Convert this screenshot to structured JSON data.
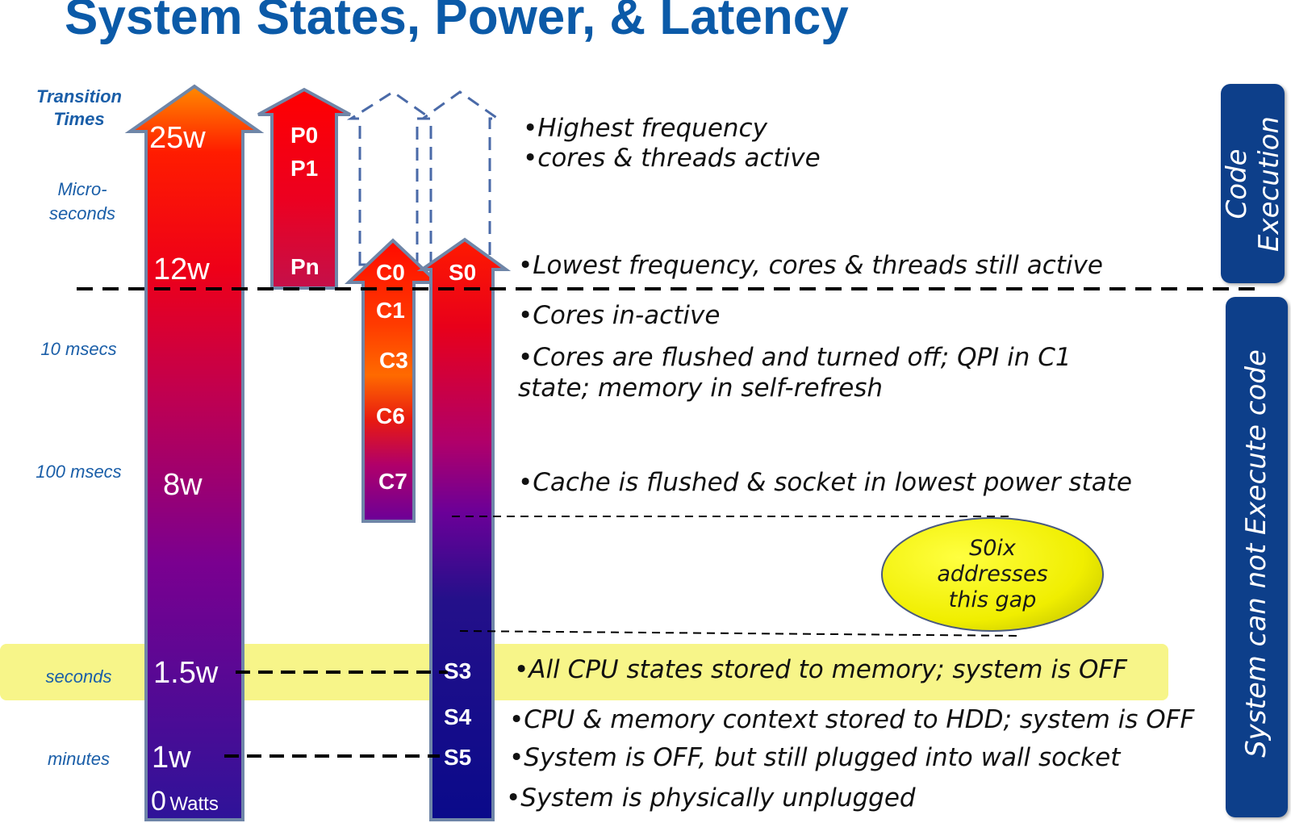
{
  "title": "System States, Power, & Latency",
  "transition_times": {
    "header": "Transition\nTimes",
    "microseconds": "Micro-\nseconds",
    "ten_msecs": "10 msecs",
    "hundred_msecs": "100 msecs",
    "seconds": "seconds",
    "minutes": "minutes"
  },
  "power_levels": {
    "w25": "25w",
    "w12": "12w",
    "w8": "8w",
    "w1_5": "1.5w",
    "w1": "1w",
    "w0_num": "0",
    "w0_unit": "Watts"
  },
  "p_states": [
    "P0",
    "P1",
    "Pn"
  ],
  "c_states": [
    "C0",
    "C1",
    "C3",
    "C6",
    "C7"
  ],
  "s_states": [
    "S0",
    "S3",
    "S4",
    "S5"
  ],
  "descriptions": {
    "highest_freq": "•Highest frequency",
    "cores_threads": "•cores & threads active",
    "lowest_freq": "•Lowest frequency, cores & threads still active",
    "cores_inactive": "•Cores in-active",
    "cores_flushed_1": "•Cores are flushed and turned off; QPI in C1",
    "cores_flushed_2": "state; memory in self-refresh",
    "cache_flushed": "•Cache is flushed & socket in lowest power state",
    "all_cpu": "•All CPU states stored to memory; system is OFF",
    "cpu_memory": "•CPU & memory context stored to HDD; system is OFF",
    "system_off": "•System is OFF, but still plugged into wall socket",
    "unplugged": "•System is physically unplugged"
  },
  "s0ix_callout": [
    "S0ix",
    "addresses",
    "this gap"
  ],
  "side_panels": {
    "code_execution": [
      "Code",
      "Execution"
    ],
    "cannot_execute": "System can not Execute code"
  },
  "colors": {
    "title": "#0b5aa8",
    "highlight_band": "#f7f589",
    "side_panel": "#0d3f8a",
    "callout": "#f2f000"
  }
}
